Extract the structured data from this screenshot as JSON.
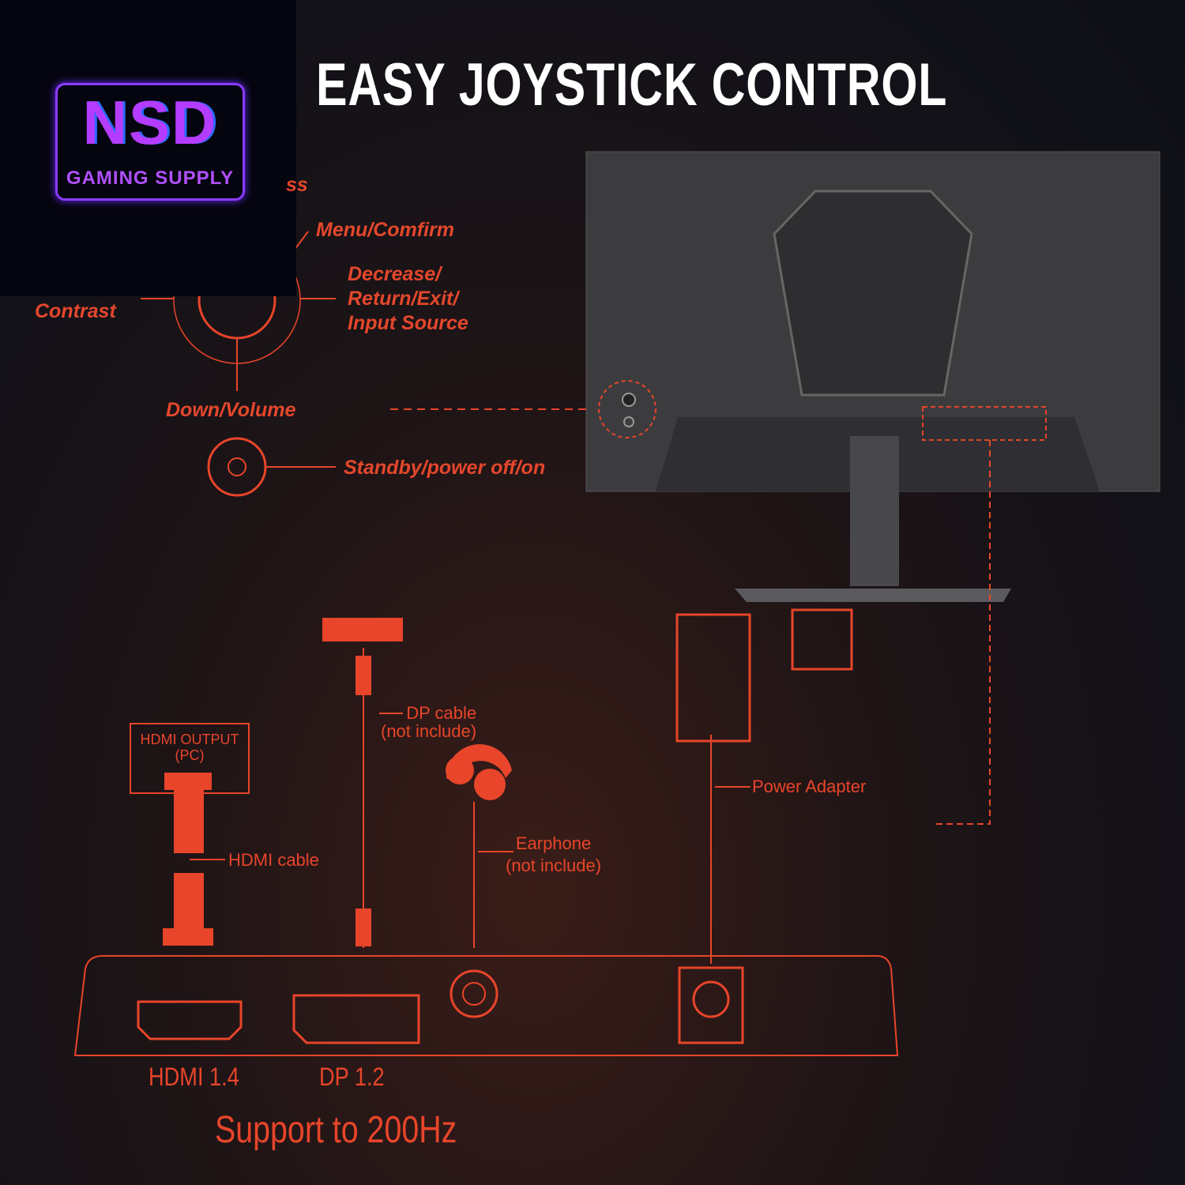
{
  "title": "EASY JOYSTICK CONTROL",
  "logo": {
    "main": "NSD",
    "sub": "GAMING SUPPLY"
  },
  "joystick": {
    "partial_label": "ss",
    "up": "Menu/Comfirm",
    "right": [
      "Decrease/",
      "Return/Exit/",
      "Input Source"
    ],
    "left": "Contrast",
    "down": "Down/Volume",
    "power": "Standby/power off/on"
  },
  "connections": {
    "hdmi_output": [
      "HDMI OUTPUT",
      "(PC)"
    ],
    "hdmi_cable": "HDMI cable",
    "dp_cable": [
      "DP cable",
      "(not include)"
    ],
    "earphone": [
      "Earphone",
      "(not include)"
    ],
    "power_adapter": "Power Adapter"
  },
  "ports": {
    "hdmi": "HDMI 1.4",
    "dp": "DP 1.2"
  },
  "footer": "Support to 200Hz",
  "colors": {
    "accent": "#e8452a",
    "logo": "#b43cff"
  }
}
